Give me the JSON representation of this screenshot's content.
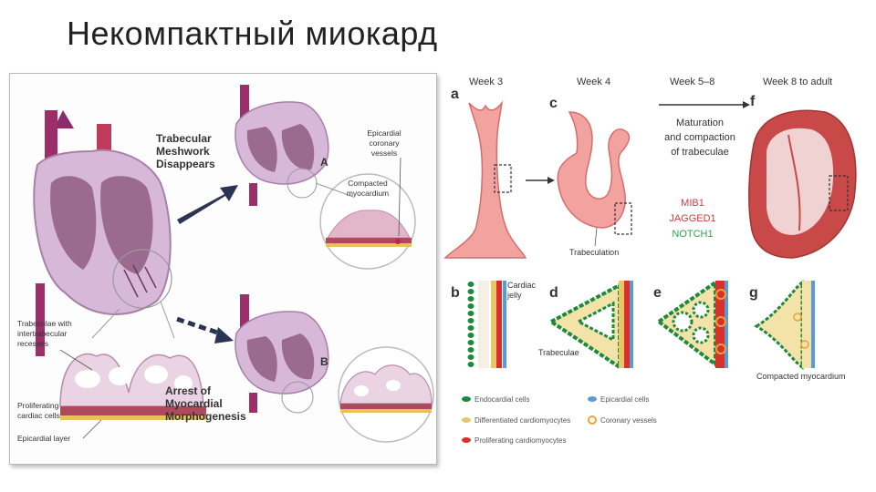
{
  "slide": {
    "title": "Некомпактный миокард"
  },
  "left_figure": {
    "heading_top": [
      "Trabecular",
      "Meshwork",
      "Disappears"
    ],
    "heading_bottom": [
      "Arrest of",
      "Myocardial",
      "Morphogenesis"
    ],
    "marker_a": "A",
    "marker_b": "B",
    "epicardial_vessels": [
      "Epicardial",
      "coronary",
      "vessels"
    ],
    "compacted_myocardium": [
      "Compacted",
      "myocardium"
    ],
    "trabeculae_recesses": [
      "Trabeculae with",
      "intertrabecular",
      "recesses"
    ],
    "proliferating_cells": [
      "Proliferating",
      "cardiac cells"
    ],
    "epicardial_layer": "Epicardial layer"
  },
  "right_figure": {
    "stages": [
      "Week 3",
      "Week 4",
      "Week 5–8",
      "Week 8 to adult"
    ],
    "panel_letters": {
      "a": "a",
      "b": "b",
      "c": "c",
      "d": "d",
      "e": "e",
      "f": "f",
      "g": "g"
    },
    "maturation_text": [
      "Maturation",
      "and compaction",
      "of trabeculae"
    ],
    "genes": [
      {
        "name": "MIB1",
        "color": "#d23b3b"
      },
      {
        "name": "JAGGED1",
        "color": "#d23b3b"
      },
      {
        "name": "NOTCH1",
        "color": "#2e9e4f"
      }
    ],
    "trabeculation_label": "Trabeculation",
    "cardiac_jelly_label": [
      "Cardiac",
      "jelly"
    ],
    "trabeculae_label": "Trabeculae",
    "compacted_label": "Compacted myocardium",
    "legend": [
      {
        "label": "Endocardial cells",
        "color": "#1e8a3e"
      },
      {
        "label": "Epicardial cells",
        "color": "#5b9bd5"
      },
      {
        "label": "Differentiated cardiomyocytes",
        "color": "#e8c76a"
      },
      {
        "label": "Coronary vessels",
        "color": "#e8a33c"
      },
      {
        "label": "Proliferating cardiomyocytes",
        "color": "#d9302c"
      }
    ]
  }
}
